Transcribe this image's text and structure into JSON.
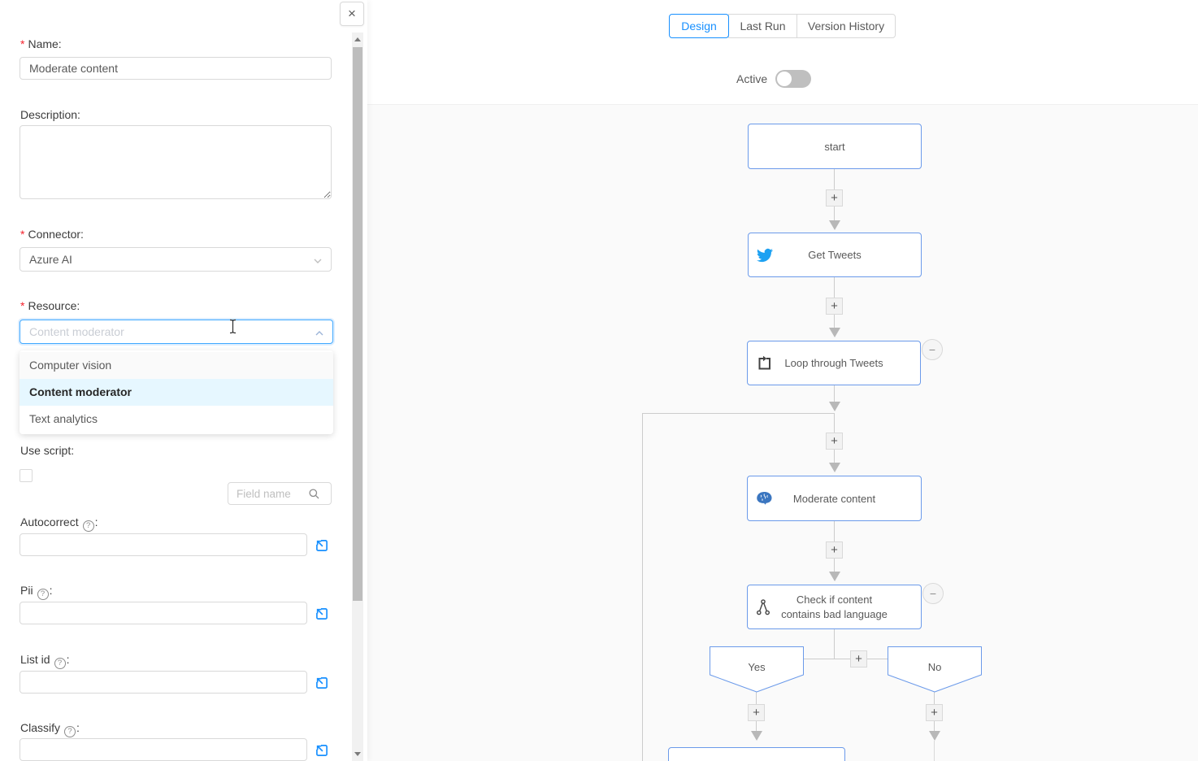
{
  "icons": {
    "close": "×",
    "plus": "+",
    "minus": "−",
    "help": "?",
    "colon": ":",
    "required_mark": "*"
  },
  "panel": {
    "name_label": "Name:",
    "name_value": "Moderate content",
    "description_label": "Description:",
    "description_value": "",
    "connector_label": "Connector:",
    "connector_value": "Azure AI",
    "resource_label": "Resource:",
    "resource_placeholder": "Content moderator",
    "resource_options": [
      {
        "label": "Computer vision"
      },
      {
        "label": "Content moderator"
      },
      {
        "label": "Text analytics"
      }
    ],
    "use_script_label": "Use script:",
    "use_script_checked": false,
    "field_search_placeholder": "Field name",
    "autocorrect_label": "Autocorrect",
    "autocorrect_value": "",
    "pii_label": "Pii",
    "pii_value": "",
    "list_id_label": "List id",
    "list_id_value": "",
    "classify_label": "Classify",
    "classify_value": ""
  },
  "header": {
    "tabs": [
      {
        "label": "Design",
        "active": true
      },
      {
        "label": "Last Run",
        "active": false
      },
      {
        "label": "Version History",
        "active": false
      }
    ],
    "active_label": "Active",
    "active_on": false
  },
  "canvas": {
    "start_label": "start",
    "get_tweets_label": "Get Tweets",
    "loop_label": "Loop through Tweets",
    "moderate_label": "Moderate content",
    "check_label_line1": "Check if content",
    "check_label_line2": "contains bad language",
    "yes_label": "Yes",
    "no_label": "No"
  },
  "colors": {
    "accent_blue": "#1890ff",
    "focus_border": "#40a9ff",
    "node_border": "#6b9aea",
    "selected_option_bg": "#e6f7ff",
    "twitter_blue": "#1da1f2",
    "brain_blue": "#3b76c0",
    "canvas_bg": "#fafafa",
    "required_red": "#f5222d"
  }
}
